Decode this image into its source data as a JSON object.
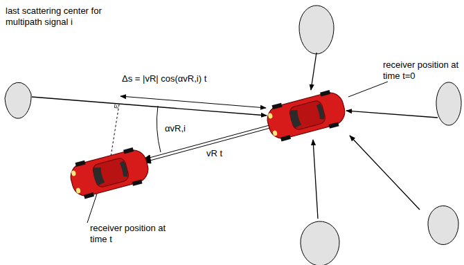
{
  "diagram": {
    "labels": [
      "last scattering center for multipath signal i",
      "receiver position at time t=0",
      "Δs = |vR| cos(αvR,i) t",
      "αvR,i",
      "vR t",
      "receiver position at time t"
    ]
  }
}
